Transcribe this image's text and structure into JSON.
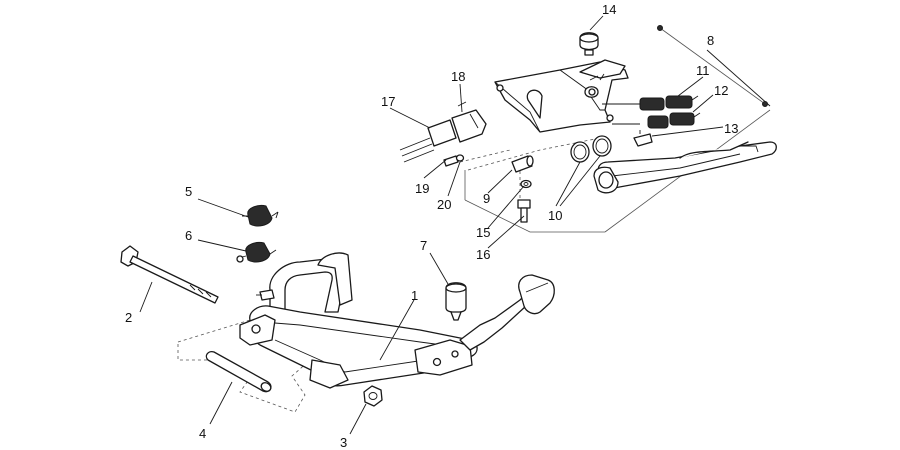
{
  "callouts": {
    "c1": "1",
    "c2": "2",
    "c3": "3",
    "c4": "4",
    "c5": "5",
    "c6": "6",
    "c7": "7",
    "c8": "8",
    "c9": "9",
    "c10": "10",
    "c11": "11",
    "c12": "12",
    "c13": "13",
    "c14": "14",
    "c15": "15",
    "c16": "16",
    "c17": "17",
    "c18": "18",
    "c19": "19",
    "c20": "20"
  },
  "colors": {
    "line": "#1a1a1a",
    "background": "#ffffff",
    "dash": "#555555"
  }
}
